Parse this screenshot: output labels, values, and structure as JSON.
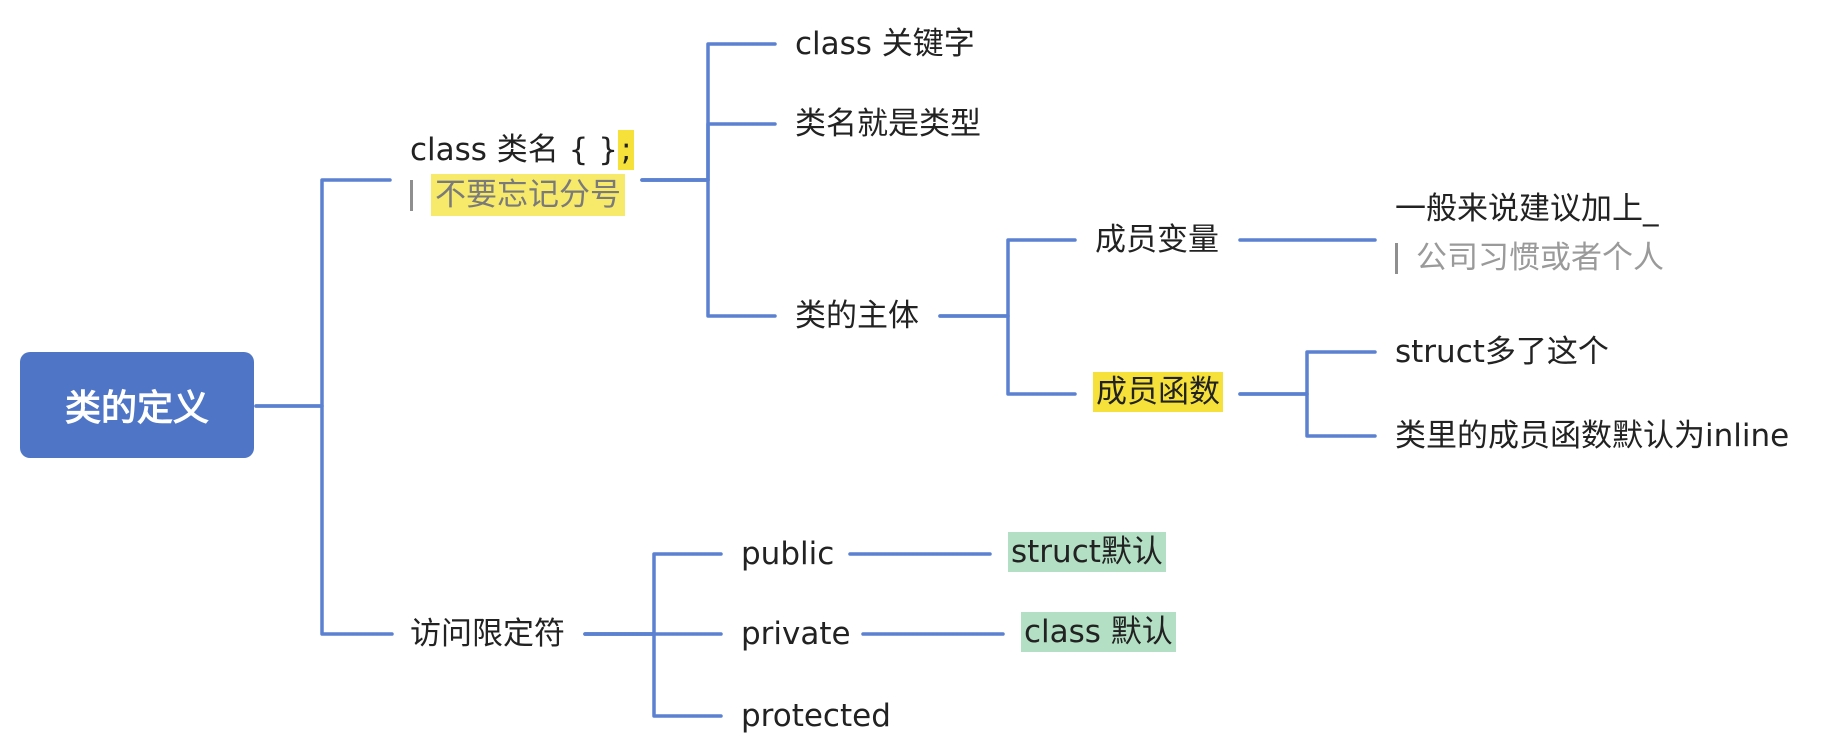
{
  "colors": {
    "line": "#5b81d0",
    "root_fill": "#4f75c7",
    "highlight_yellow": "#f5e13a",
    "highlight_green": "#b3dfc4"
  },
  "root": {
    "label": "类的定义"
  },
  "class_syntax": {
    "label": "class 类名 { }",
    "semicolon": ";",
    "note": "不要忘记分号",
    "children": [
      {
        "label": "class 关键字"
      },
      {
        "label": "类名就是类型"
      },
      {
        "label": "类的主体",
        "children": [
          {
            "label": "成员变量",
            "children": [
              {
                "label": "一般来说建议加上_",
                "note": "公司习惯或者个人"
              }
            ]
          },
          {
            "label": "成员函数",
            "children": [
              {
                "label": "struct多了这个"
              },
              {
                "label": "类里的成员函数默认为inline"
              }
            ]
          }
        ]
      }
    ]
  },
  "access_specifiers": {
    "label": "访问限定符",
    "children": [
      {
        "label": "public",
        "tag": "struct默认"
      },
      {
        "label": "private",
        "tag": "class 默认"
      },
      {
        "label": "protected"
      }
    ]
  }
}
